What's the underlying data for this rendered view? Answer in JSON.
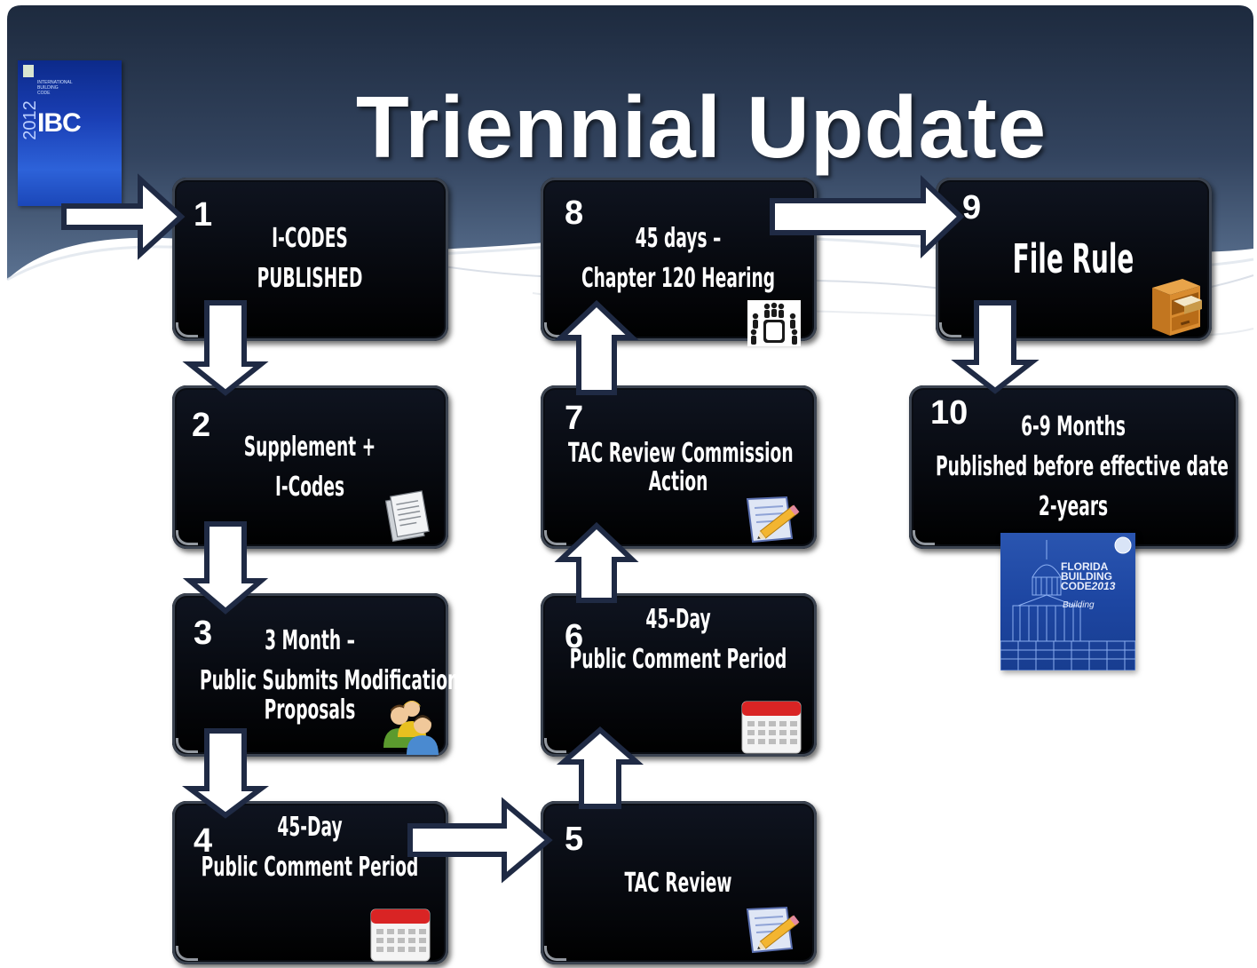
{
  "title": "Triennial Update",
  "colors": {
    "header_top": "#1d2a3e",
    "header_bottom": "#4d6383",
    "box_fill": "#05070b",
    "arrow_fill": "#ffffff",
    "arrow_outline": "#1f2a44"
  },
  "steps": [
    {
      "num": "1",
      "lines": [
        "I-CODES",
        "PUBLISHED"
      ]
    },
    {
      "num": "2",
      "lines": [
        "Supplement +",
        "I-Codes"
      ],
      "icon": "documents-icon"
    },
    {
      "num": "3",
      "lines": [
        "3 Month –",
        "Public Submits Modification",
        "Proposals"
      ],
      "icon": "people-icon"
    },
    {
      "num": "4",
      "lines": [
        "45-Day",
        "Public Comment Period"
      ],
      "icon": "calendar-icon"
    },
    {
      "num": "5",
      "lines": [
        "TAC Review"
      ],
      "icon": "notepad-pencil-icon"
    },
    {
      "num": "6",
      "lines": [
        "45-Day",
        "Public Comment Period"
      ],
      "icon": "calendar-icon"
    },
    {
      "num": "7",
      "lines": [
        "TAC Review Commission",
        "Action"
      ],
      "icon": "notepad-pencil-icon"
    },
    {
      "num": "8",
      "lines": [
        "45 days –",
        "Chapter 120 Hearing"
      ],
      "icon": "meeting-icon"
    },
    {
      "num": "9",
      "lines": [
        "File Rule"
      ],
      "icon": "file-cabinet-icon"
    },
    {
      "num": "10",
      "lines": [
        "6-9 Months",
        "Published before effective date",
        "2-years"
      ]
    }
  ],
  "ibc_book": {
    "year": "2012",
    "abbr": "IBC",
    "small": [
      "INTERNATIONAL",
      "BUILDING",
      "CODE"
    ]
  },
  "fbc_book": {
    "lines": [
      "FLORIDA",
      "BUILDING",
      "CODE"
    ],
    "year": "2013",
    "sub": "Building"
  }
}
